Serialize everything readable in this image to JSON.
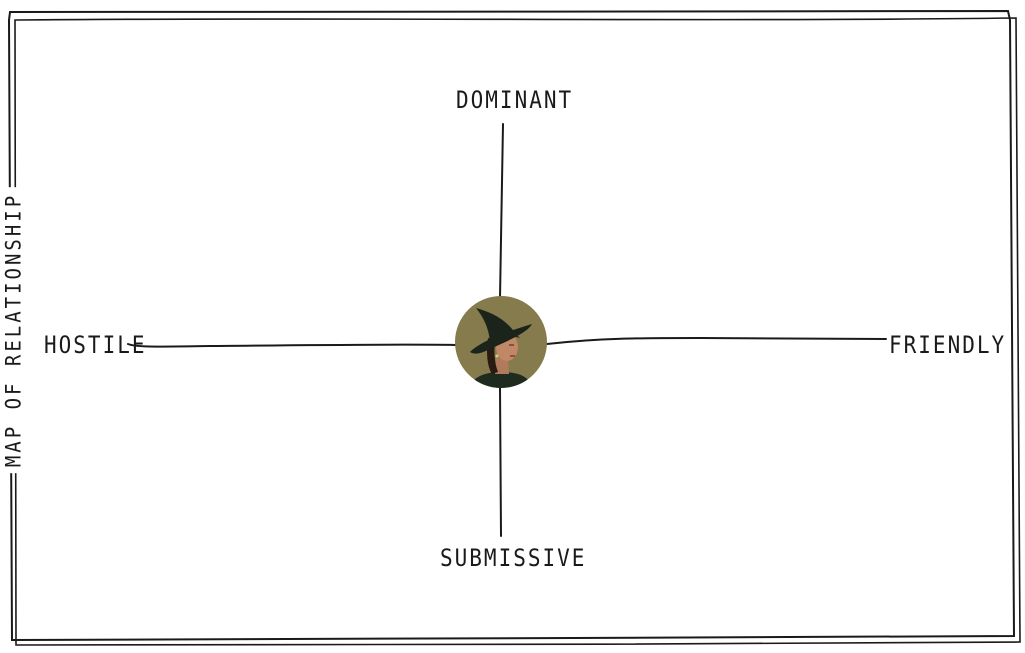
{
  "diagram": {
    "title": "MAP OF RELATIONSHIP",
    "axes": {
      "top": "DOMINANT",
      "bottom": "SUBMISSIVE",
      "left": "HOSTILE",
      "right": "FRIENDLY"
    },
    "center_avatar": {
      "icon": "witch-portrait-icon",
      "background_color": "#857b4d"
    },
    "colors": {
      "line": "#1a1a1a",
      "frame": "#1a1a1a"
    }
  }
}
